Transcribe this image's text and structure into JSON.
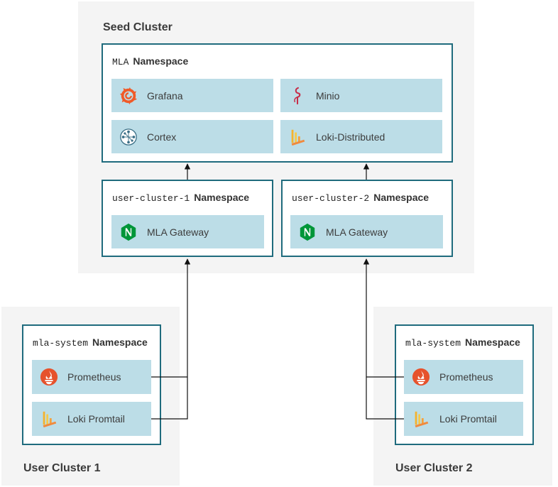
{
  "seed_cluster": {
    "title": "Seed Cluster",
    "mla_namespace": {
      "code": "MLA",
      "suffix": "Namespace",
      "components": [
        {
          "label": "Grafana",
          "icon": "grafana-icon"
        },
        {
          "label": "Minio",
          "icon": "minio-icon"
        },
        {
          "label": "Cortex",
          "icon": "cortex-icon"
        },
        {
          "label": "Loki-Distributed",
          "icon": "loki-icon"
        }
      ]
    },
    "user_ns_1": {
      "code": "user-cluster-1",
      "suffix": "Namespace",
      "component": {
        "label": "MLA Gateway",
        "icon": "nginx-icon"
      }
    },
    "user_ns_2": {
      "code": "user-cluster-2",
      "suffix": "Namespace",
      "component": {
        "label": "MLA Gateway",
        "icon": "nginx-icon"
      }
    }
  },
  "user_cluster_1": {
    "title": "User Cluster 1",
    "namespace": {
      "code": "mla-system",
      "suffix": "Namespace",
      "components": [
        {
          "label": "Prometheus",
          "icon": "prometheus-icon"
        },
        {
          "label": "Loki Promtail",
          "icon": "loki-icon"
        }
      ]
    }
  },
  "user_cluster_2": {
    "title": "User Cluster 2",
    "namespace": {
      "code": "mla-system",
      "suffix": "Namespace",
      "components": [
        {
          "label": "Prometheus",
          "icon": "prometheus-icon"
        },
        {
          "label": "Loki Promtail",
          "icon": "loki-icon"
        }
      ]
    }
  },
  "colors": {
    "cluster_bg": "#f4f4f4",
    "namespace_border": "#1f6b7d",
    "component_bg": "#bcdde7",
    "grafana": "#f05a28",
    "minio": "#c72c48",
    "nginx": "#009639",
    "prometheus": "#e6522c",
    "loki": "#f4b32e"
  }
}
